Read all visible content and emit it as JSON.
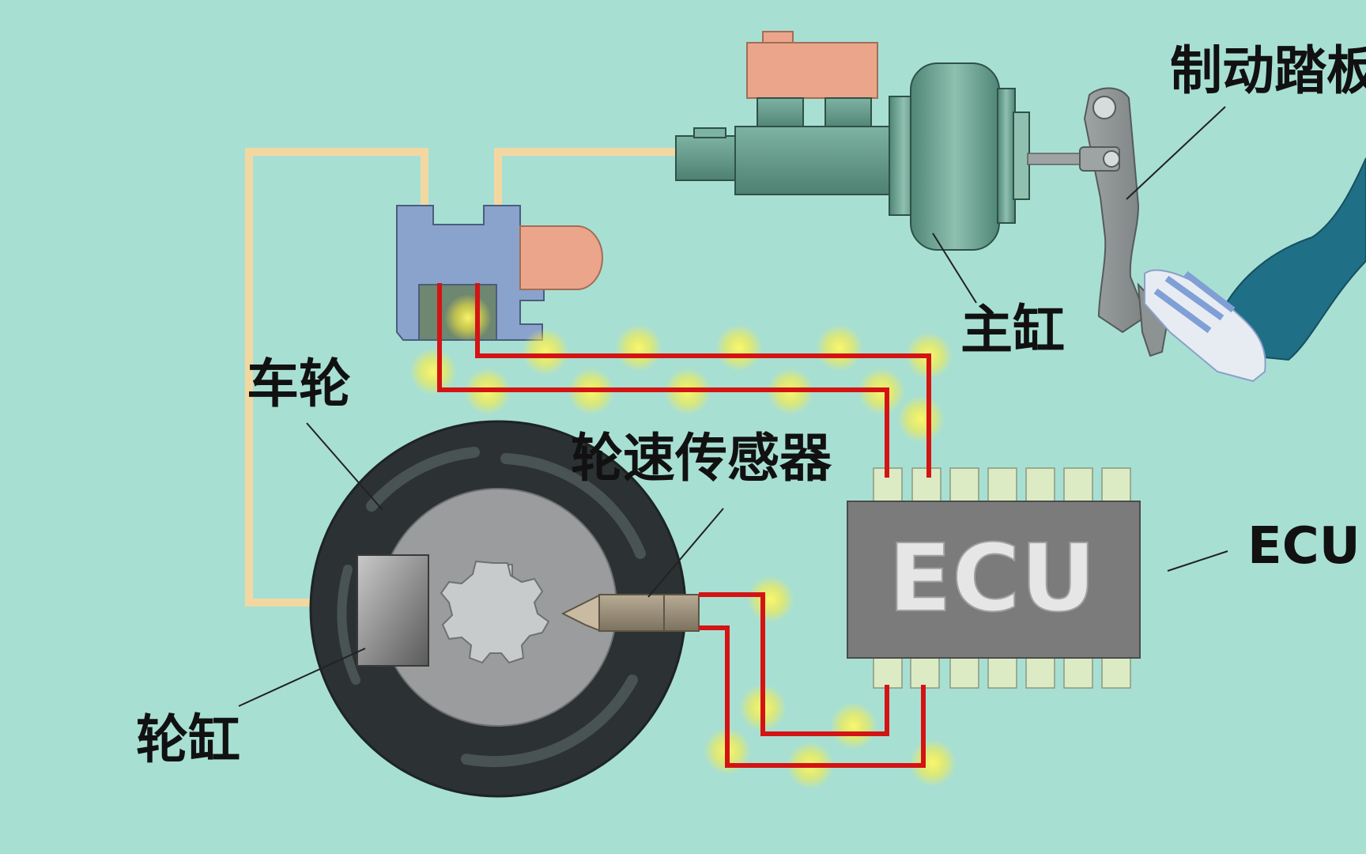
{
  "labels": {
    "pedal": "制动踏板",
    "master_cylinder": "主缸",
    "wheel": "车轮",
    "wheel_speed_sensor": "轮速传感器",
    "wheel_cylinder": "轮缸",
    "ecu_callout": "ECU",
    "ecu_chip": "ECU"
  },
  "colors": {
    "background": "#a8dfd3",
    "brake_line": "#f2d8a0",
    "signal_wire": "#d41414",
    "signal_glow": "#ffef3a",
    "ecu_body": "#7b7b7b",
    "ecu_pin": "#dcebc4",
    "modulator": "#8aa3cc",
    "master_cylinder": "#5f9283",
    "reservoir": "#eaa58a",
    "tire": "#2c3233",
    "wheel_disc": "#9a9c9d",
    "leg": "#1f6f86"
  }
}
